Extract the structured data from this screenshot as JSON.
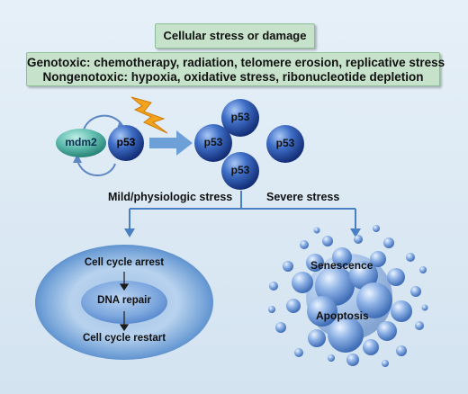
{
  "header": {
    "title": "Cellular stress or damage"
  },
  "causes": {
    "genotoxic": "Genotoxic: chemotherapy, radiation, telomere erosion, replicative stress",
    "nongenotoxic": "Nongenotoxic: hypoxia, oxidative stress, ribonucleotide depletion"
  },
  "proteins": {
    "mdm2": "mdm2",
    "p53": "p53"
  },
  "branches": {
    "mild": "Mild/physiologic stress",
    "severe": "Severe stress"
  },
  "mild_outcome": {
    "step1": "Cell cycle arrest",
    "step2": "DNA repair",
    "step3": "Cell cycle restart"
  },
  "severe_outcome": {
    "senescence": "Senescence",
    "apoptosis": "Apoptosis"
  }
}
